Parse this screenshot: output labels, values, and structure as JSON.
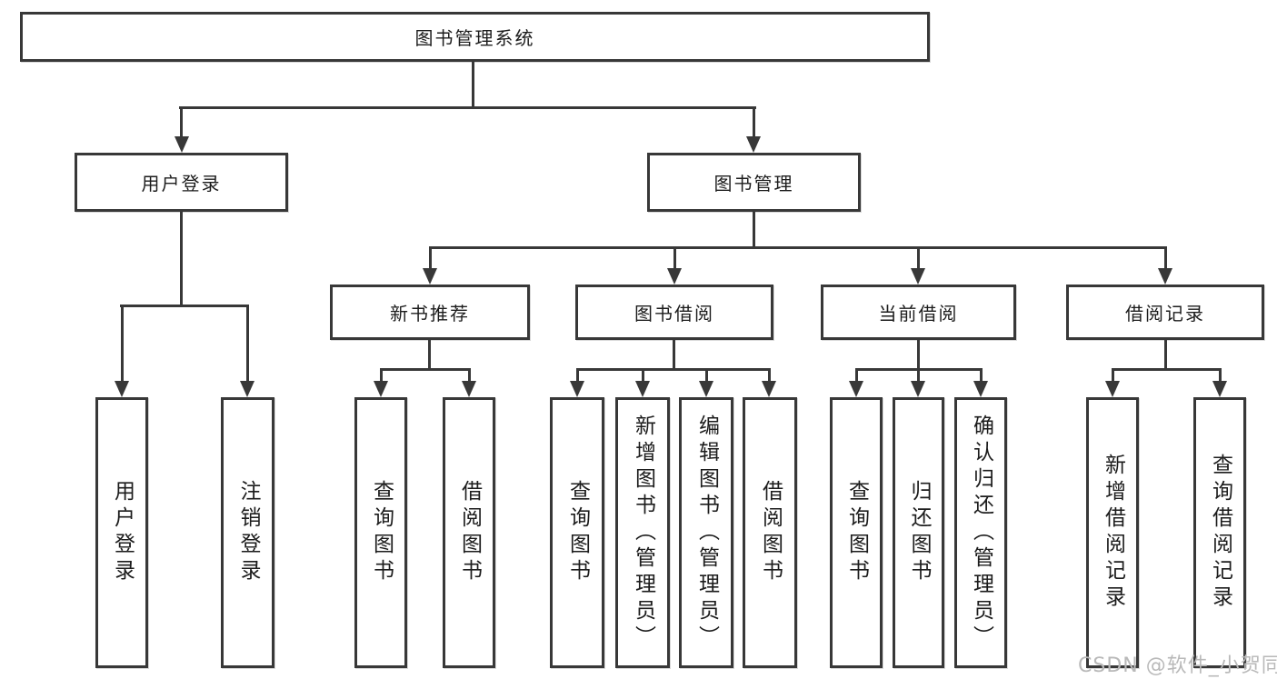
{
  "colors": {
    "line": "#383838",
    "box_border": "#383838",
    "text": "#1c1c1c",
    "background": "#ffffff",
    "watermark": "#b9b9b9"
  },
  "root": {
    "label": "图书管理系统"
  },
  "level2": [
    {
      "label": "用户登录",
      "parent": "图书管理系统"
    },
    {
      "label": "图书管理",
      "parent": "图书管理系统"
    }
  ],
  "level3": [
    {
      "label": "新书推荐",
      "parent": "图书管理"
    },
    {
      "label": "图书借阅",
      "parent": "图书管理"
    },
    {
      "label": "当前借阅",
      "parent": "图书管理"
    },
    {
      "label": "借阅记录",
      "parent": "图书管理"
    }
  ],
  "leaves": [
    {
      "label": "用户登录",
      "parent": "用户登录"
    },
    {
      "label": "注销登录",
      "parent": "用户登录"
    },
    {
      "label": "查询图书",
      "parent": "新书推荐"
    },
    {
      "label": "借阅图书",
      "parent": "新书推荐"
    },
    {
      "label": "查询图书",
      "parent": "图书借阅"
    },
    {
      "label": "新增图书（管理员）",
      "parent": "图书借阅"
    },
    {
      "label": "编辑图书（管理员）",
      "parent": "图书借阅"
    },
    {
      "label": "借阅图书",
      "parent": "图书借阅"
    },
    {
      "label": "查询图书",
      "parent": "当前借阅"
    },
    {
      "label": "归还图书",
      "parent": "当前借阅"
    },
    {
      "label": "确认归还（管理员）",
      "parent": "当前借阅"
    },
    {
      "label": "新增借阅记录",
      "parent": "借阅记录"
    },
    {
      "label": "查询借阅记录",
      "parent": "借阅记录"
    }
  ],
  "watermark": {
    "text": "CSDN @软件_小贺同学"
  }
}
